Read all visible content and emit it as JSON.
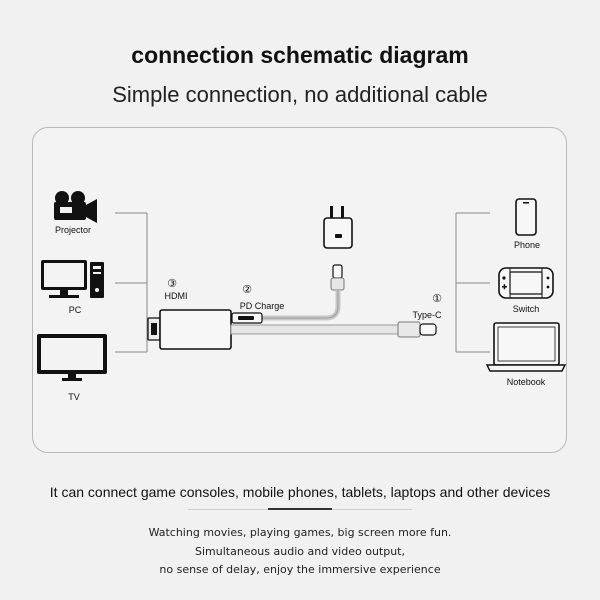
{
  "header": {
    "title": "connection schematic diagram",
    "subtitle": "Simple connection, no additional cable"
  },
  "diagram": {
    "left_devices": [
      "Projector",
      "PC",
      "TV"
    ],
    "right_devices": [
      "Phone",
      "Switch",
      "Notebook"
    ],
    "ports": {
      "hdmi": {
        "number": "③",
        "label": "HDMI"
      },
      "pd": {
        "number": "②",
        "label": "PD Charge"
      },
      "typec": {
        "number": "①",
        "label": "Type-C"
      }
    },
    "icons": [
      "projector-icon",
      "pc-icon",
      "tv-icon",
      "phone-icon",
      "switch-icon",
      "notebook-icon",
      "charger-icon"
    ]
  },
  "footer": {
    "headline": "It can connect game consoles, mobile phones, tablets, laptops and other devices",
    "lines": [
      "Watching movies, playing games, big screen more fun.",
      "Simultaneous audio and video output,",
      "no sense of delay, enjoy the immersive experience"
    ]
  }
}
